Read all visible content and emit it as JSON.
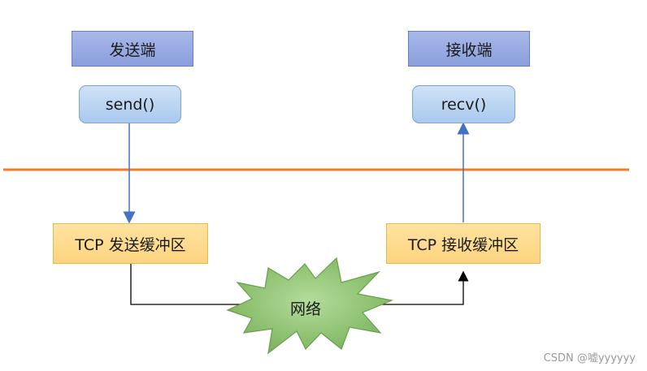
{
  "sender": {
    "header": "发送端",
    "function": "send()",
    "buffer": "TCP 发送缓冲区"
  },
  "receiver": {
    "header": "接收端",
    "function": "recv()",
    "buffer": "TCP 接收缓冲区"
  },
  "network": {
    "label": "网络"
  },
  "watermark": "CSDN @嘘yyyyyy",
  "colors": {
    "divider": "#ed7d31",
    "blue_arrow": "#4472c4",
    "header_fill": "#8ea2de",
    "function_fill": "#b4d0f0",
    "buffer_fill": "#fdd886",
    "network_fill": "#8fc474"
  }
}
